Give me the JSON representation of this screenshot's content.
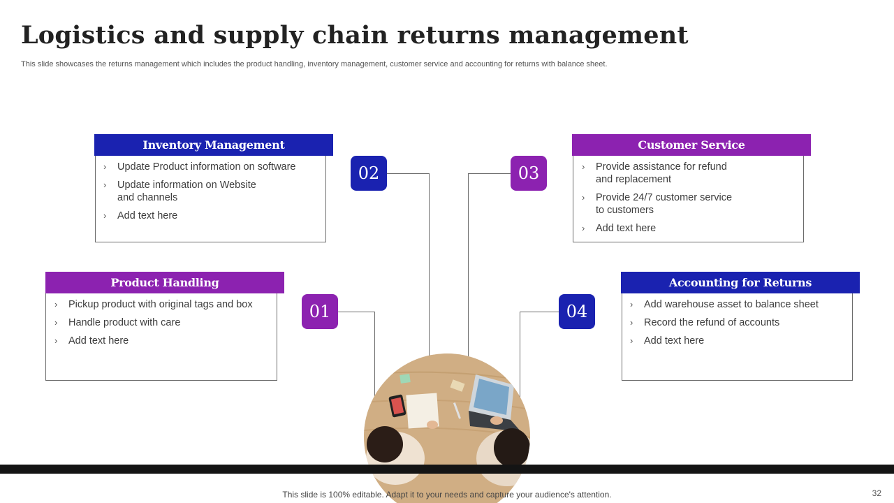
{
  "slide": {
    "title": "Logistics and supply chain returns management",
    "subtitle": "This slide showcases the returns management which includes the product handling, inventory management, customer service and accounting for returns with balance sheet.",
    "footer": "This slide is 100% editable. Adapt it to your needs and capture your audience's attention.",
    "page_number": "32"
  },
  "sections": {
    "inventory": {
      "number": "02",
      "heading": "Inventory Management",
      "items": [
        "Update Product information on software",
        "Update information on Website\nand channels",
        "Add text here"
      ]
    },
    "customer": {
      "number": "03",
      "heading": "Customer Service",
      "items": [
        "Provide assistance for refund\nand replacement",
        "Provide 24/7 customer service\nto customers",
        "Add text here"
      ]
    },
    "product": {
      "number": "01",
      "heading": "Product Handling",
      "items": [
        "Pickup product with original tags and box",
        "Handle product with care",
        "Add text here"
      ]
    },
    "accounting": {
      "number": "04",
      "heading": "Accounting for Returns",
      "items": [
        "Add warehouse asset to balance sheet",
        "Record the refund of accounts",
        "Add text here"
      ]
    }
  },
  "bullet_icon": "chevron-right-icon",
  "colors": {
    "blue": "#1a22b0",
    "purple": "#8c22b0",
    "footer_bar": "#141414"
  }
}
